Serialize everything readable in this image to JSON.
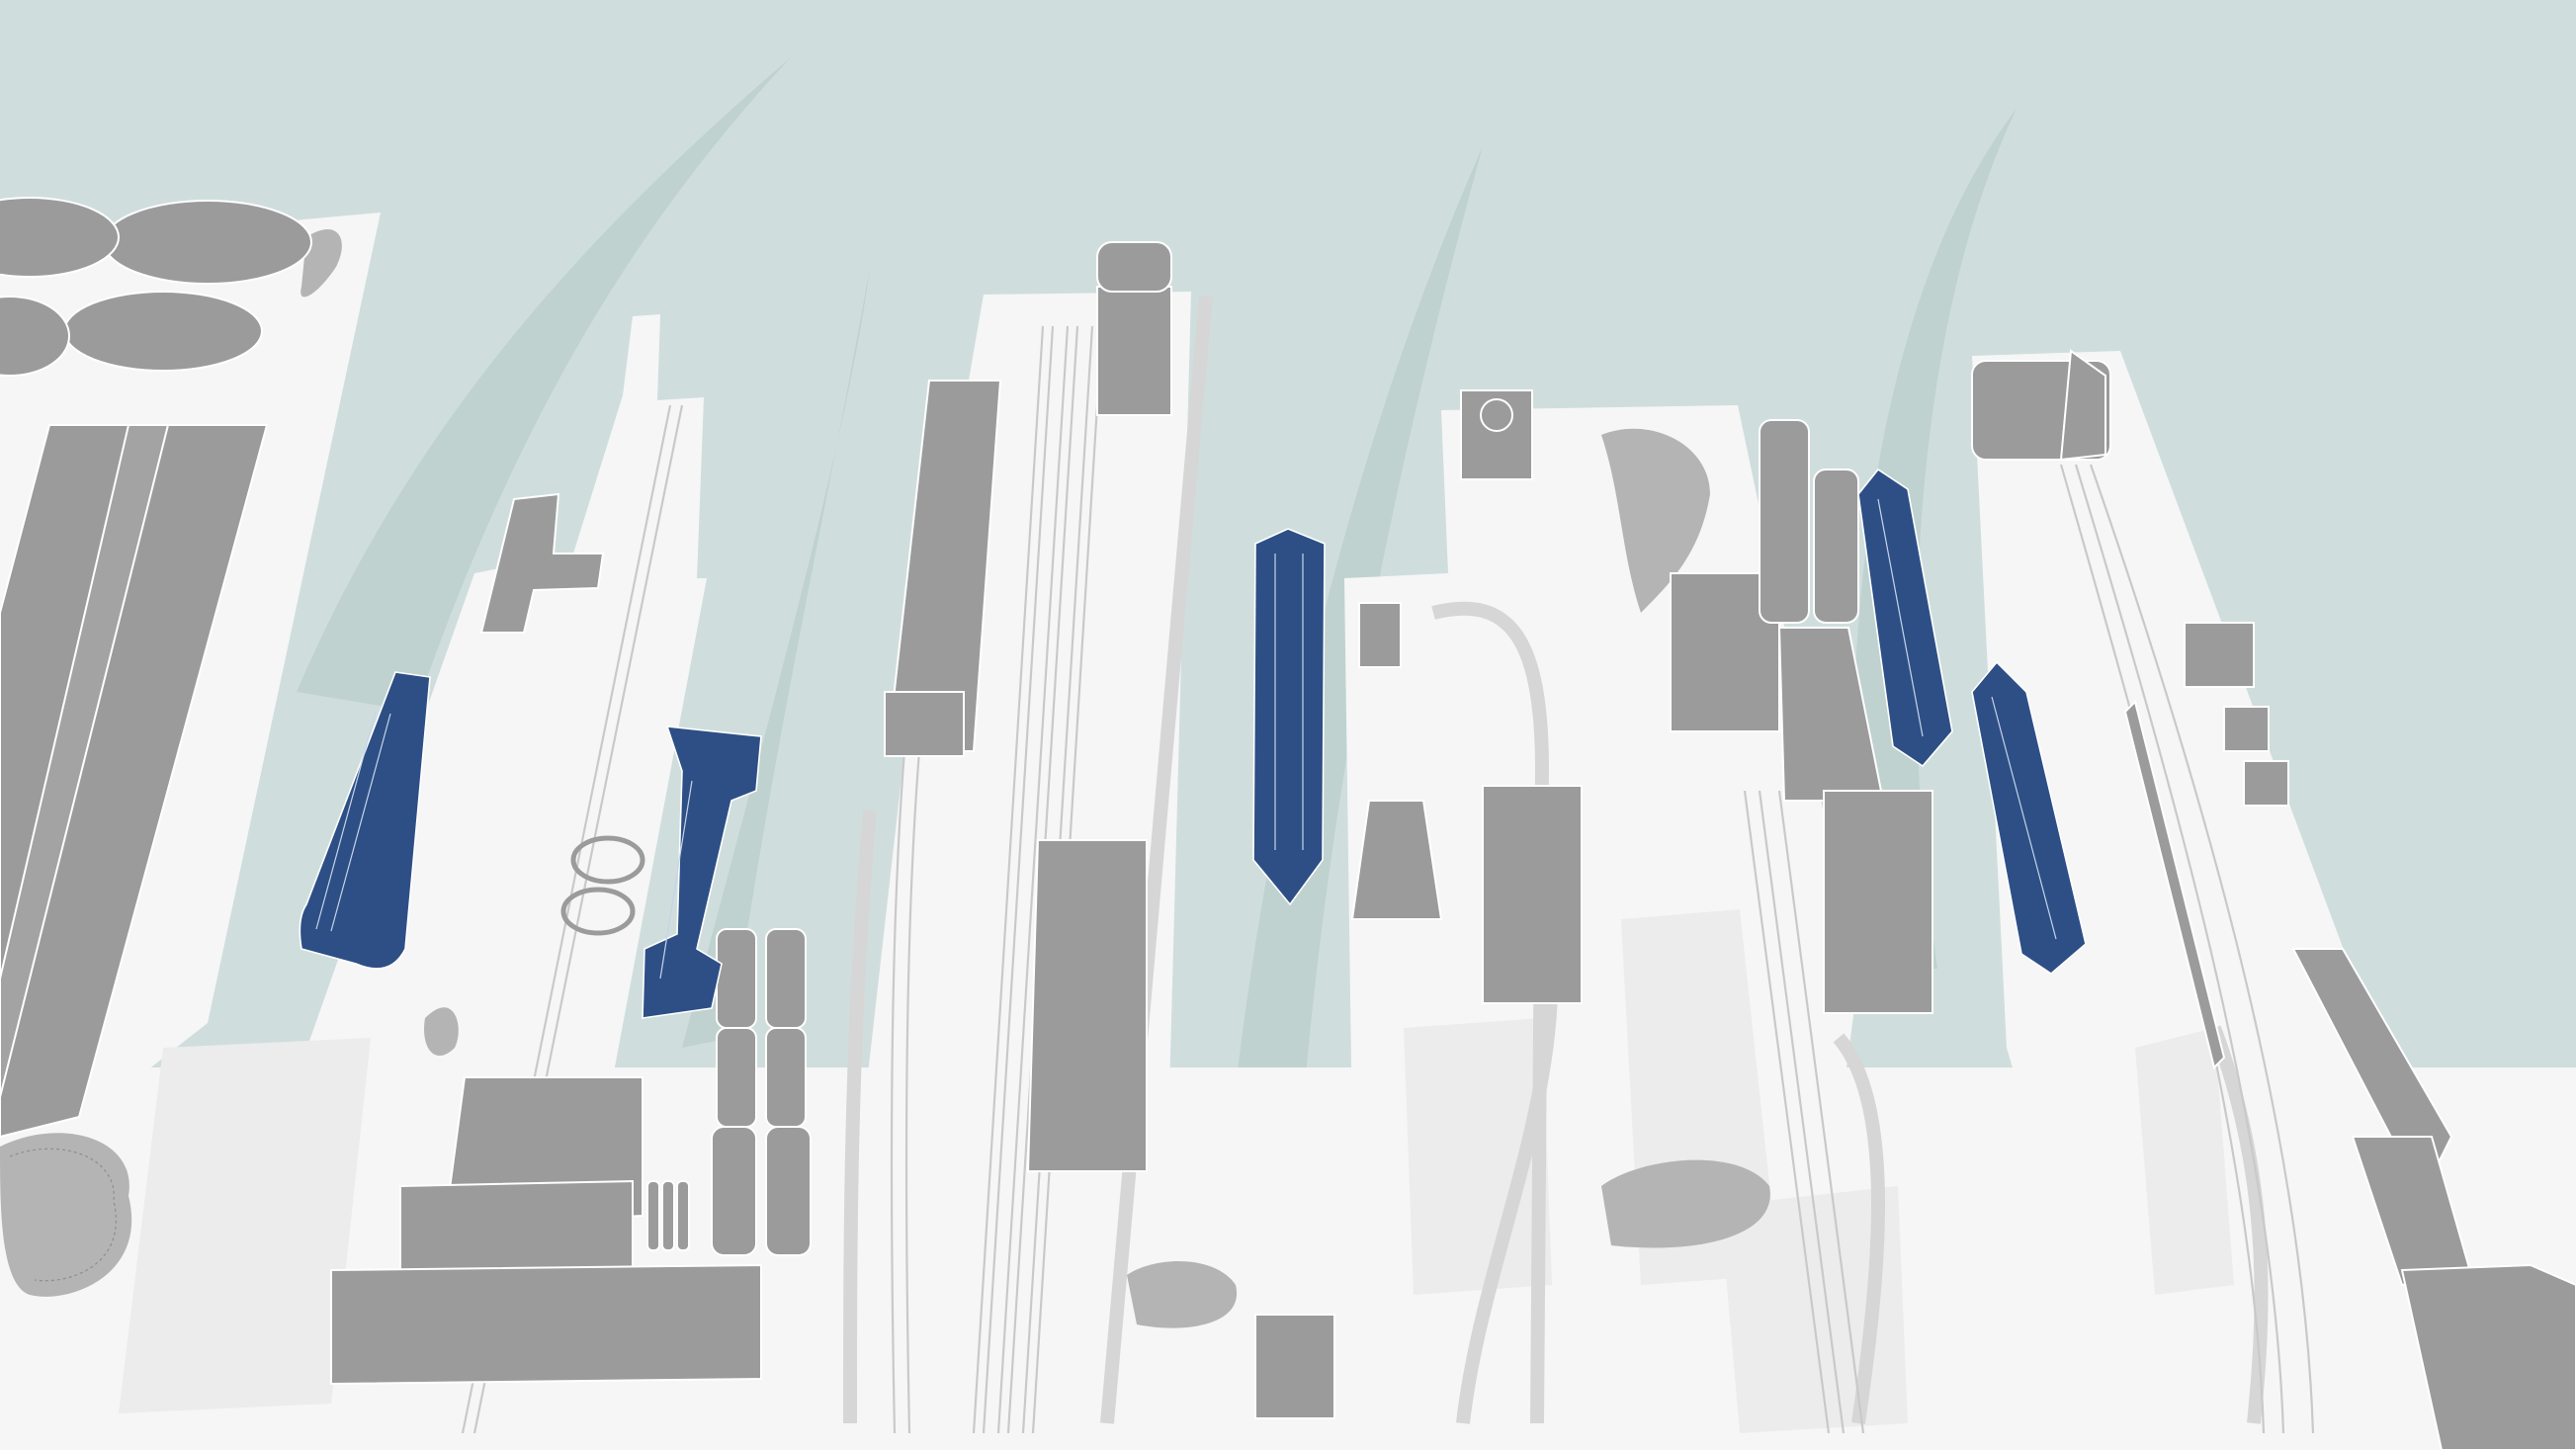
{
  "scene": {
    "kind": "isometric port terminal illustration",
    "colors": {
      "water": "#cfdedd",
      "wake": "#bfd2d0",
      "land": "#f6f6f6",
      "apron": "#ececec",
      "building": "#9b9b9b",
      "vessel": "#2d4f86"
    },
    "ship_count": 6,
    "pier_count": 5
  }
}
